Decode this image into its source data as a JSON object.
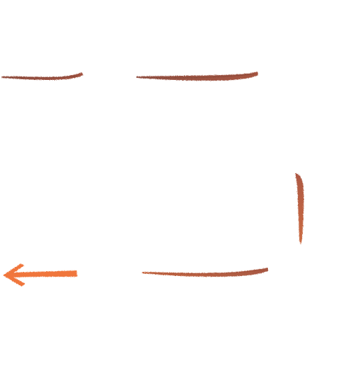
{
  "colors": {
    "stroke_dark": "#8f4a3a",
    "stroke_mid": "#a34f38",
    "stroke_rust": "#b95a35",
    "stroke_orange": "#c9643a",
    "arrow_orange": "#f07236",
    "background": "#ffffff"
  },
  "strokes": [
    {
      "name": "top-left-chalk-stroke",
      "tone": "stroke_dark"
    },
    {
      "name": "top-right-chalk-stroke",
      "tone": "stroke_dark"
    },
    {
      "name": "right-vertical-chalk-stroke",
      "tone": "stroke_orange"
    },
    {
      "name": "bottom-chalk-stroke",
      "tone": "stroke_rust"
    }
  ],
  "arrow": {
    "name": "left-arrow-icon",
    "direction": "left",
    "tone": "arrow_orange"
  }
}
